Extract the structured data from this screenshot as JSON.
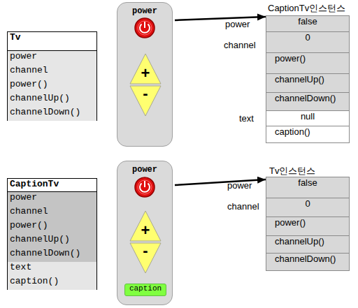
{
  "diagram": {
    "nodes": [
      {
        "text": [
          "Tv",
          "power",
          "channel",
          "power()",
          "channelUp()",
          "channelDown()"
        ]
      },
      {
        "text": [
          "power"
        ]
      },
      {
        "text": [
          "+"
        ],
        "in": 1
      },
      {
        "text": [
          "-"
        ],
        "in": 1
      },
      {
        "text": [
          "CaptionTv인스턴스"
        ]
      },
      {
        "text": [
          "false"
        ],
        "in": 4
      },
      {
        "text": [
          "0"
        ],
        "in": 4
      },
      {
        "text": [
          "power()"
        ],
        "in": 4
      },
      {
        "text": [
          "channelUp()"
        ],
        "in": 4
      },
      {
        "text": [
          "channelDown()"
        ],
        "in": 4
      },
      {
        "text": [
          "null"
        ],
        "in": 4
      },
      {
        "text": [
          "caption()"
        ],
        "in": 4
      },
      {
        "text": [
          "CaptionTv",
          "power",
          "channel",
          "power()",
          "channelUp()",
          "channelDown()",
          "text",
          "caption()"
        ]
      },
      {
        "text": [
          "power"
        ]
      },
      {
        "text": [
          "+"
        ],
        "in": 13
      },
      {
        "text": [
          "-"
        ],
        "in": 13
      },
      {
        "text": [
          "caption"
        ],
        "in": 13
      },
      {
        "text": [
          "Tv인스턴스"
        ]
      },
      {
        "text": [
          "false"
        ],
        "in": 17
      },
      {
        "text": [
          "0"
        ],
        "in": 17
      },
      {
        "text": [
          "power()"
        ],
        "in": 17
      },
      {
        "text": [
          "channelUp()"
        ],
        "in": 17
      },
      {
        "text": [
          "channelDown()"
        ],
        "in": 17
      }
    ],
    "edges": [
      {
        "from": 1,
        "to": 4,
        "arrow": "to"
      },
      {
        "from": 13,
        "to": 17,
        "arrow": "to"
      }
    ],
    "labels": [
      "power",
      "channel",
      "text",
      "power",
      "channel"
    ]
  }
}
